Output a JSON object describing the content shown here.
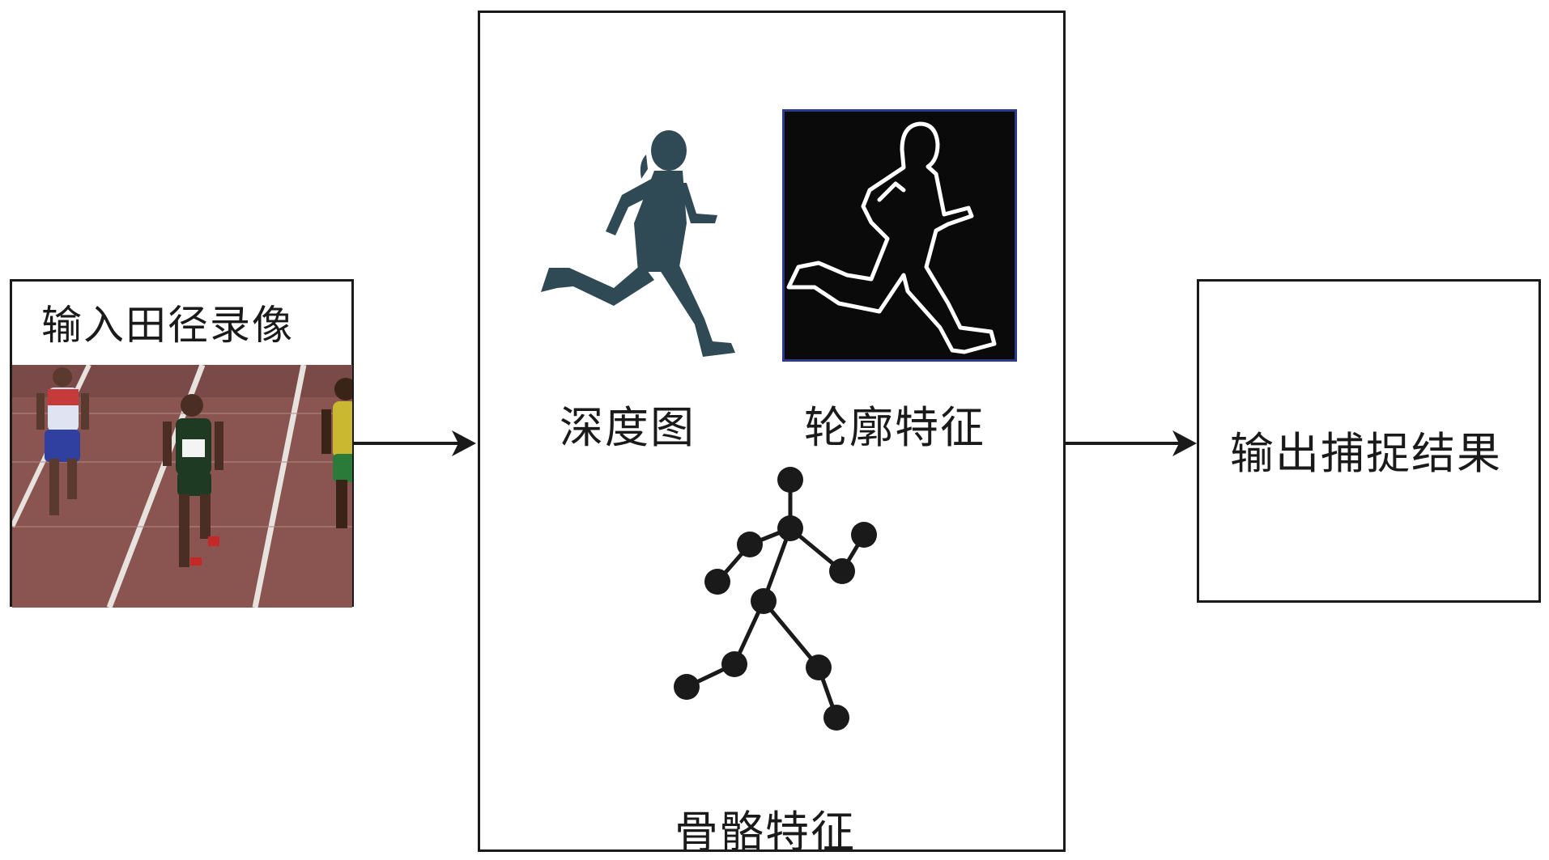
{
  "input_box": {
    "label": "输入田径录像"
  },
  "middle_box": {
    "depth_label": "深度图",
    "contour_label": "轮廓特征",
    "skeleton_label": "骨骼特征"
  },
  "output_box": {
    "label": "输出捕捉结果"
  },
  "colors": {
    "line": "#1a1a1a",
    "silhouette": "#2f4a55",
    "contour_bg": "#0a0a0a",
    "contour_border": "#2b3a8c",
    "track": "#8a5550",
    "lane_line": "#e8e2de"
  }
}
